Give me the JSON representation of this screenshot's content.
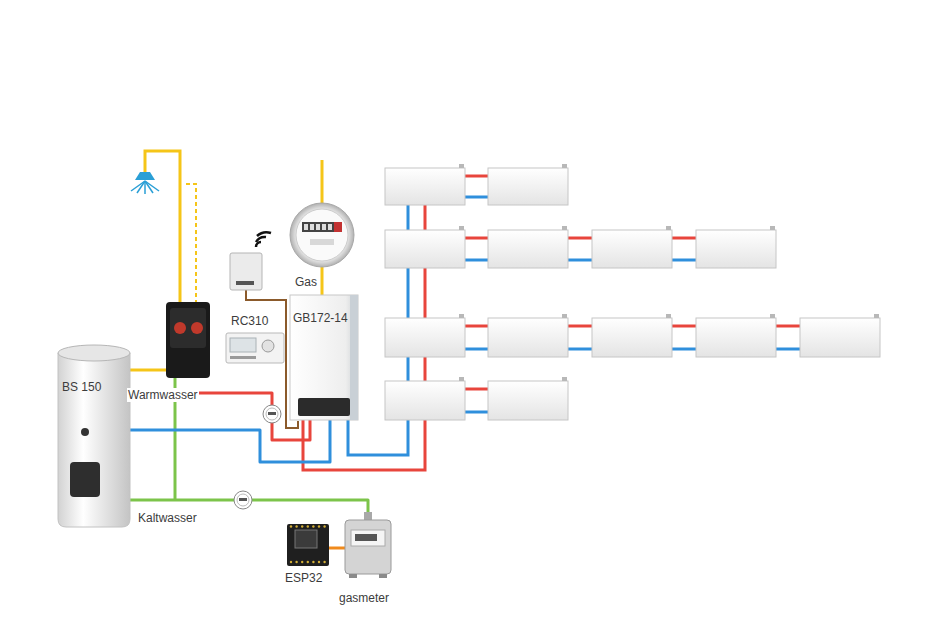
{
  "diagram": {
    "nodes": [
      {
        "text": [
          "Gas"
        ]
      },
      {
        "text": [
          "RC310"
        ]
      },
      {
        "text": [
          "GB172-14"
        ]
      },
      {
        "text": [
          "BS 150"
        ]
      },
      {
        "text": [
          "ESP32"
        ]
      },
      {
        "text": [
          "gasmeter"
        ]
      }
    ],
    "edges": [
      {
        "from": 0,
        "to": 2,
        "arrow": "none"
      },
      {
        "from": 2,
        "to": 3,
        "arrow": "none"
      },
      {
        "from": 2,
        "to": 3,
        "arrow": "none"
      },
      {
        "from": 3,
        "to": 5,
        "arrow": "none"
      },
      {
        "from": 4,
        "to": 5,
        "arrow": "none"
      }
    ],
    "labels": [
      "Warmwasser",
      "Kaltwasser"
    ]
  }
}
